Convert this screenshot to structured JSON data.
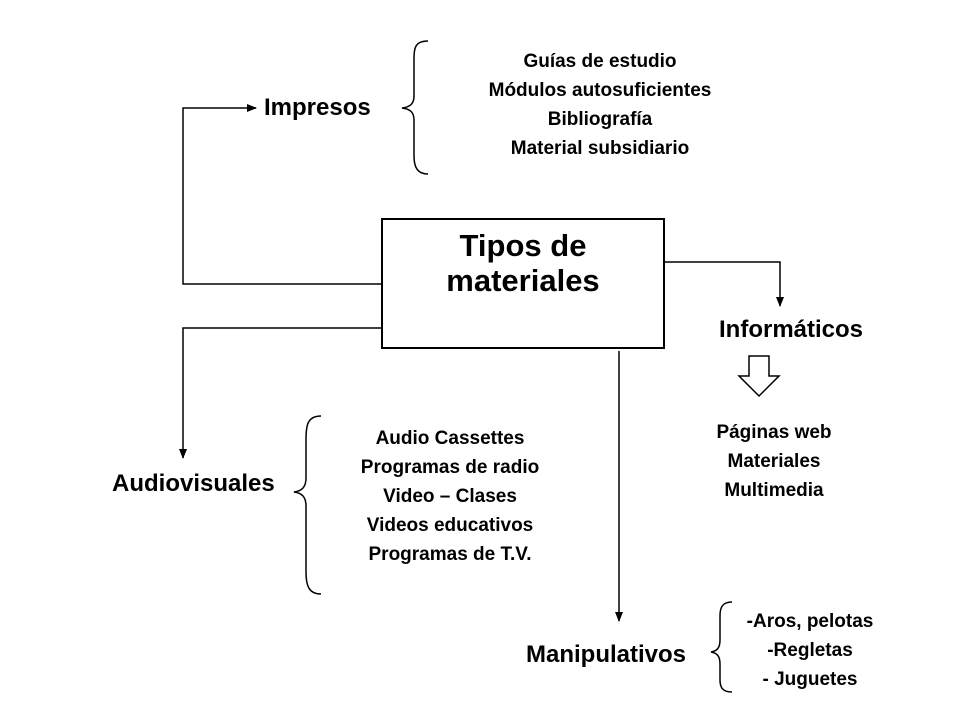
{
  "center": {
    "line1": "Tipos de",
    "line2": "materiales"
  },
  "impresos": {
    "label": "Impresos",
    "items": [
      "Guías de estudio",
      "Módulos autosuficientes",
      "Bibliografía",
      "Material subsidiario"
    ]
  },
  "informaticos": {
    "label": "Informáticos",
    "items": [
      "Páginas web",
      "Materiales",
      "Multimedia"
    ]
  },
  "audiovisuales": {
    "label": "Audiovisuales",
    "items": [
      "Audio Cassettes",
      "Programas de radio",
      "Video – Clases",
      "Videos educativos",
      "Programas de T.V."
    ]
  },
  "manipulativos": {
    "label": "Manipulativos",
    "items": [
      "-Aros, pelotas",
      "-Regletas",
      "- Juguetes"
    ]
  }
}
